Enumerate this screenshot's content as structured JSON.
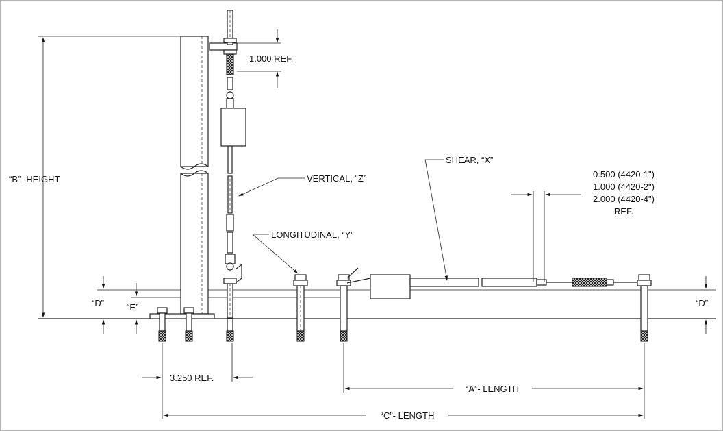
{
  "labels": {
    "one_ref": "1.000 REF.",
    "b_height": "“B”- HEIGHT",
    "vertical_z": "VERTICAL, “Z”",
    "shear_x": "SHEAR, “X”",
    "longitudinal_y": "LONGITUDINAL, “Y”",
    "offset_1": "0.500 (4420-1\")",
    "offset_2": "1.000 (4420-2\")",
    "offset_3": "2.000 (4420-4\")",
    "offset_ref": "REF.",
    "d_left": "“D”",
    "e_left": "“E”",
    "d_right": "“D”",
    "ref_3250": "3.250 REF.",
    "a_length": "“A”- LENGTH",
    "c_length": "“C”- LENGTH"
  }
}
